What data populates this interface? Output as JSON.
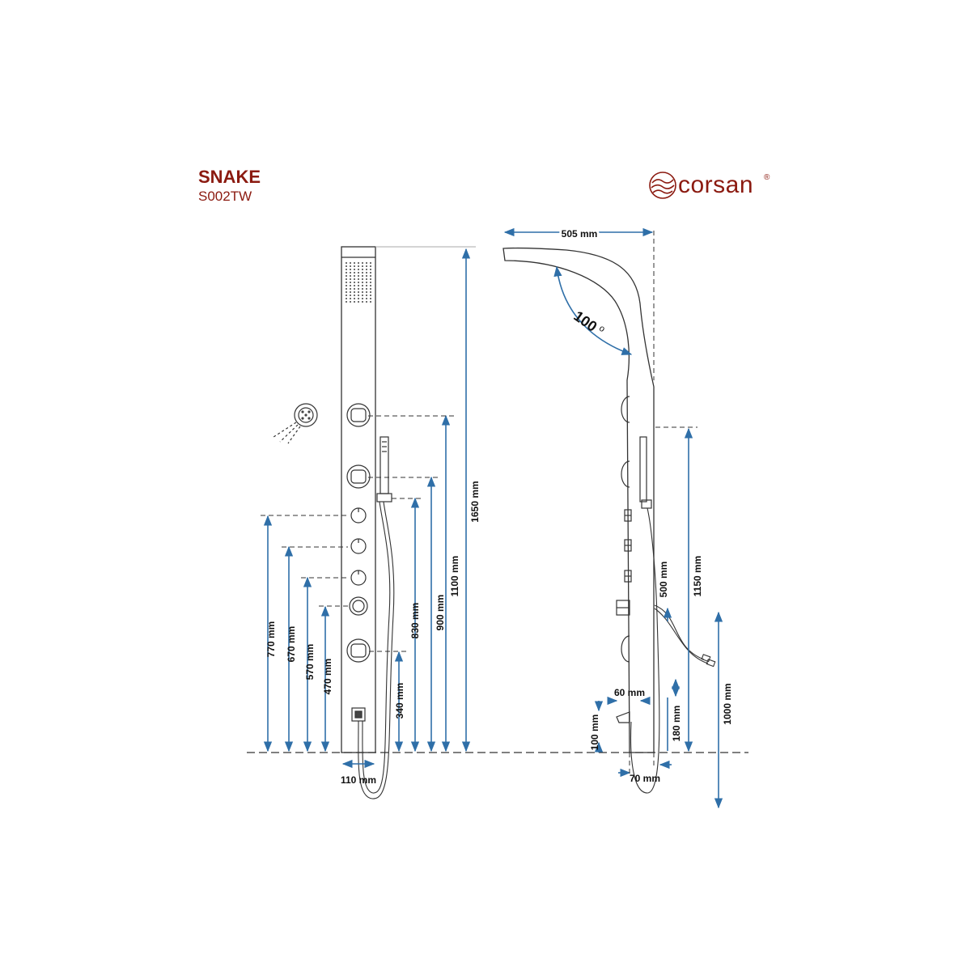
{
  "header": {
    "product_name": "SNAKE",
    "product_code": "S002TW",
    "brand": "corsan",
    "brand_mark": "®",
    "brand_icon": "corsan-wave-logo-icon"
  },
  "colors": {
    "dimension": "#2f6fa8",
    "outline": "#333333",
    "brand": "#8b1a10"
  },
  "front_view": {
    "heights": {
      "panel": "1650 mm",
      "upper_jet": "1100 mm",
      "middle_jet": "900 mm",
      "hand_holder": "830 mm",
      "knob_1": "770 mm",
      "knob_2": "670 mm",
      "knob_3": "570 mm",
      "knob_4": "470 mm",
      "lower_jet": "340 mm"
    },
    "width": "110 mm"
  },
  "side_view": {
    "head_reach": "505 mm",
    "head_angle": "100",
    "head_angle_unit": "o",
    "upper_body": "1150 mm",
    "hose_length": "500 mm",
    "floor_to_outlet": "1000 mm",
    "hose_connection": "180 mm",
    "spout_height": "100 mm",
    "spout_reach": "60 mm",
    "depth": "70 mm"
  }
}
